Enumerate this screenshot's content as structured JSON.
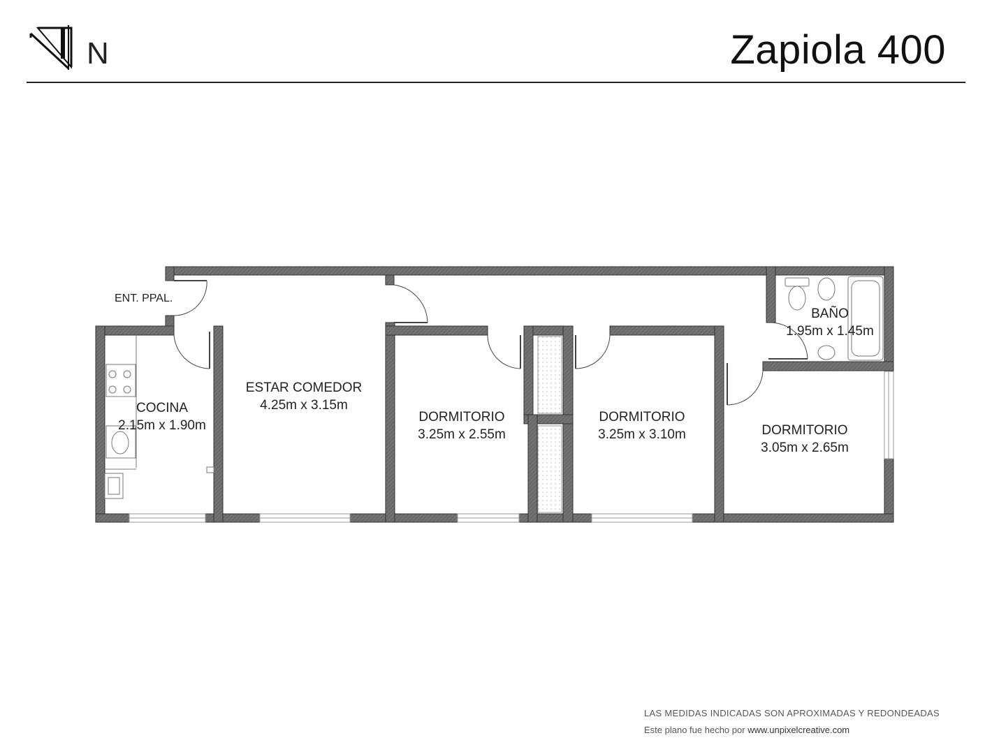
{
  "header": {
    "title": "Zapiola 400",
    "logo_letter": "N"
  },
  "rooms": {
    "entrance": {
      "label": "ENT. PPAL."
    },
    "kitchen": {
      "name": "COCINA",
      "size": "2.15m x 1.90m"
    },
    "living": {
      "name": "ESTAR COMEDOR",
      "size": "4.25m x 3.15m"
    },
    "bedroom1": {
      "name": "DORMITORIO",
      "size": "3.25m x 2.55m"
    },
    "bedroom2": {
      "name": "DORMITORIO",
      "size": "3.25m x 3.10m"
    },
    "bedroom3": {
      "name": "DORMITORIO",
      "size": "3.05m x 2.65m"
    },
    "bathroom": {
      "name": "BAÑO",
      "size": "1.95m x 1.45m"
    }
  },
  "footer": {
    "disclaimer": "LAS MEDIDAS INDICADAS SON APROXIMADAS Y REDONDEADAS",
    "credit_prefix": "Este plano fue hecho por",
    "credit_url": "www.unpixelcreative.com"
  },
  "colors": {
    "wall": "#6b6b6b",
    "line": "#222222"
  }
}
